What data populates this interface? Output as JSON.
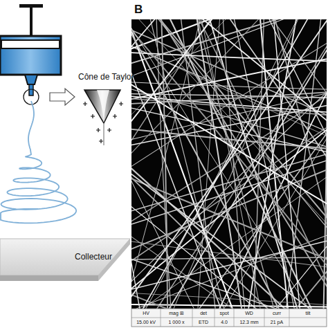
{
  "diagram": {
    "labels": [
      "Cône de Taylor",
      "Collecteur",
      "B",
      "HV",
      "mag ⊞",
      "det",
      "spot",
      "WD",
      "curr",
      "tilt",
      "15.00 kV",
      "1 000 x",
      "ETD",
      "4.0",
      "12.3 mm",
      "21 pA"
    ]
  }
}
